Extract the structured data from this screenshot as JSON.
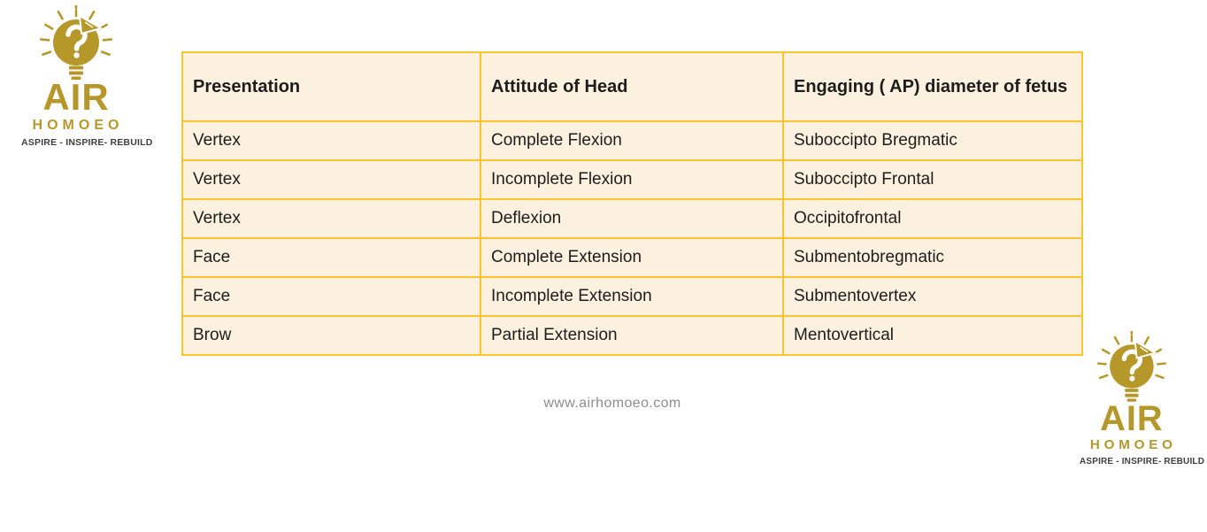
{
  "page": {
    "background_color": "#FFFFFF",
    "footer_url": "www.airhomoeo.com"
  },
  "logo": {
    "icon": "lightbulb-bird-icon",
    "wordmark": "AIR",
    "subname": "HOMOEO",
    "tagline": "ASPIRE - INSPIRE- REBUILD",
    "gold_color": "#B6982A",
    "tagline_color": "#404040"
  },
  "table": {
    "border_color": "#FFC32B",
    "cell_background": "#FCF0DE",
    "text_color": "#1D1D1D",
    "headers": [
      "Presentation",
      "Attitude of Head",
      "Engaging ( AP) diameter of fetus"
    ],
    "rows": [
      [
        "Vertex",
        "Complete Flexion",
        "Suboccipto Bregmatic"
      ],
      [
        "Vertex",
        "Incomplete Flexion",
        "Suboccipto Frontal"
      ],
      [
        "Vertex",
        "Deflexion",
        "Occipitofrontal"
      ],
      [
        "Face",
        "Complete Extension",
        "Submentobregmatic"
      ],
      [
        "Face",
        "Incomplete Extension",
        "Submentovertex"
      ],
      [
        "Brow",
        "Partial Extension",
        "Mentovertical"
      ]
    ]
  }
}
